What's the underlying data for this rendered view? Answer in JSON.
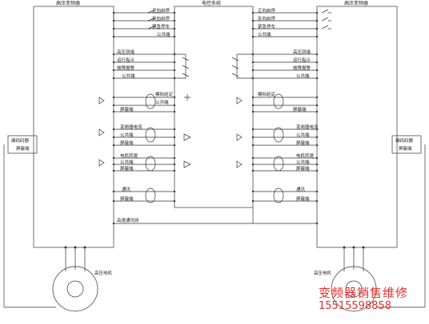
{
  "headers": {
    "left": "高压变频器",
    "center": "电控系统",
    "right": "高压变频器"
  },
  "left": {
    "cmd_inputs": [
      "正向启停",
      "反向启停",
      "紧急停车",
      "公共端"
    ],
    "status_outputs": [
      "高压就绪",
      "运行指示",
      "故障报警",
      "公共端"
    ],
    "analog_in": [
      "模拟给定",
      "公共端",
      "屏蔽端"
    ],
    "freq_out": [
      "变频器电流",
      "公共端",
      "屏蔽端"
    ],
    "current_out": [
      "电机转速",
      "公共端",
      "屏蔽端"
    ],
    "comm": [
      "通讯",
      "屏蔽端"
    ],
    "bus": "高速通讯网",
    "encoder": [
      "编码码器",
      "屏蔽端"
    ],
    "motor": "高压电机"
  },
  "right": {
    "cmd_inputs": [
      "正向启停",
      "反向启停",
      "紧急停车",
      "公共端"
    ],
    "status_outputs": [
      "高压就绪",
      "运行指示",
      "故障报警",
      "公共端"
    ],
    "analog_in": [
      "模拟给定",
      "屏蔽端"
    ],
    "freq_out": [
      "变频器电流",
      "公共端",
      "屏蔽端"
    ],
    "current_out": [
      "电机转速",
      "公共端",
      "屏蔽端"
    ],
    "comm": [
      "通讯",
      "屏蔽端"
    ],
    "encoder": [
      "编码码器",
      "屏蔽端"
    ],
    "motor": "高压电机"
  },
  "watermark": {
    "line1": "变频器销售维修",
    "line2": "15515598858"
  },
  "colors": {
    "line": "#333333",
    "watermark": "#e0302c"
  }
}
